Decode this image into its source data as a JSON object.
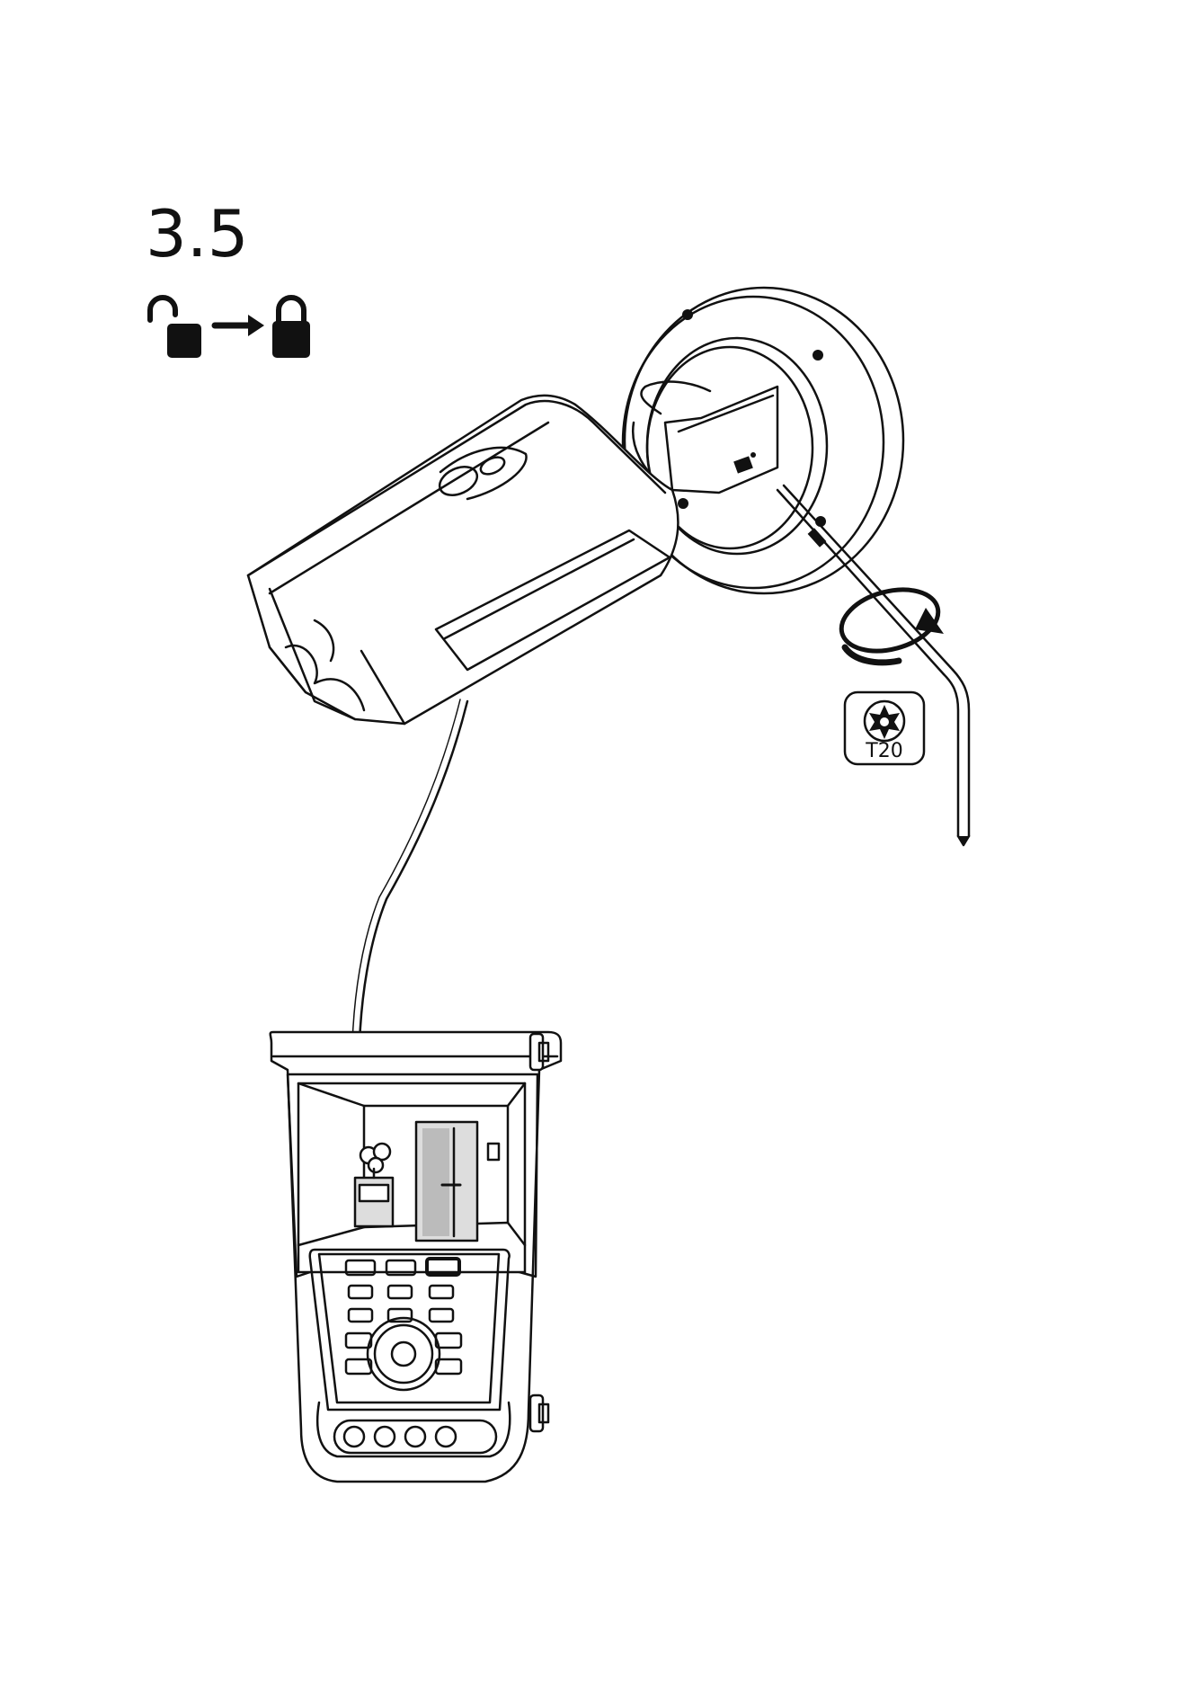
{
  "step": {
    "number": "3.5"
  },
  "lock_hint": {
    "from_icon": "unlocked-padlock-icon",
    "arrow_icon": "arrow-right-icon",
    "to_icon": "locked-padlock-icon"
  },
  "tool": {
    "icon": "torx-bit-icon",
    "label": "T20"
  },
  "illustration": {
    "camera": "bullet-camera",
    "tester": "handheld-cctv-tester",
    "action": "rotate-clockwise-arrow"
  }
}
